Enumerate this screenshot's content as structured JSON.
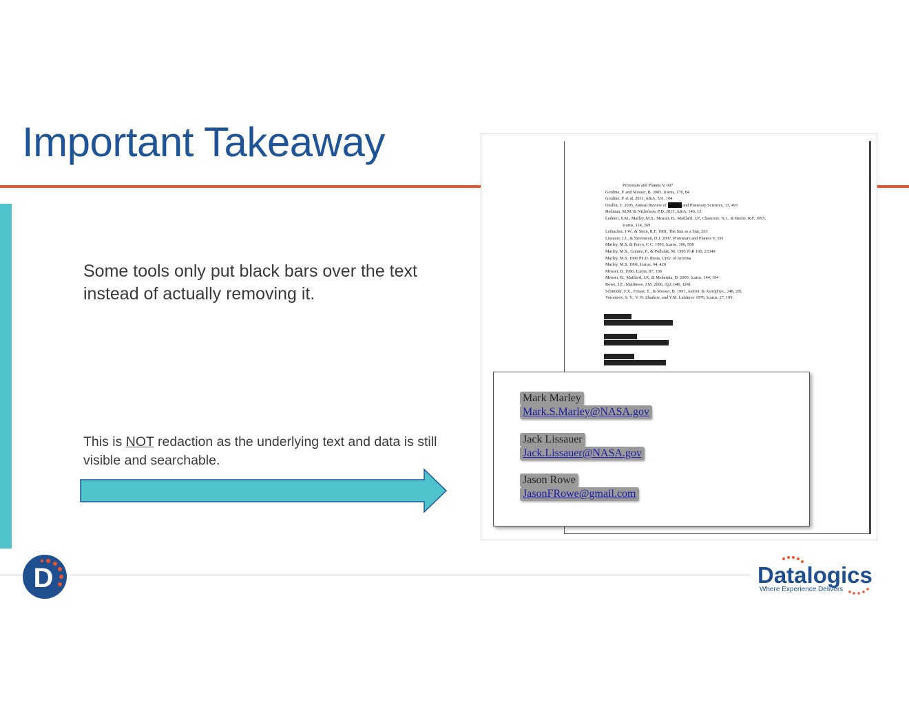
{
  "slide": {
    "title": "Important Takeaway",
    "main_text": "Some tools only put black bars over the text instead of actually removing it.",
    "note_before": "This is ",
    "note_emphasis": "NOT",
    "note_after": " redaction as the underlying text and data is still visible and searchable."
  },
  "document_preview": {
    "references": [
      {
        "text": "Protostars and Planets V, 607",
        "indent": true
      },
      {
        "text": "Goulme, P. and Mosser, B. 2005, Icarus, 178, 84"
      },
      {
        "text": "Goulme, P. et al. 2011, A&A, 531, 104"
      },
      {
        "pre": "Ouillot, T. 2005, Annual Review of ",
        "post": " and Planetary Sciences, 33, 493"
      },
      {
        "text": "Hedman, M.M. & Nicholson, P.D. 2013, A&A, 146, 12"
      },
      {
        "text": "Lederer, S.M., Marley, M.S., Mosser, B., Maillard, J.P., Chanover, N.J., & Beebe, R.F. 1995,"
      },
      {
        "text": "Icarus, 114, 269",
        "indent": true
      },
      {
        "text": "Leibacher, J.W., & Stein, R.F. 1981, The Sun as a Star, 263"
      },
      {
        "text": "Lissauer, J.J., & Stevenson, D.J. 2007, Protostars and Planets V, 591"
      },
      {
        "text": "Marley, M.S. & Porco, C.C. 1993, Icarus, 106, 508"
      },
      {
        "text": "Marley, M.S., Gomez, P., & Podolak, M. 1995 JGR 100, 23349"
      },
      {
        "text": "Marley, M.S. 1990 Ph.D. thesis, Univ. of Arizona"
      },
      {
        "text": "Marley, M.S. 1991, Icarus, 94, 420"
      },
      {
        "text": "Mosser, B. 1990, Icarus, 87, 198"
      },
      {
        "text": "Mosser, B., Maillard, J.P., & Mekarnia, D. 2000, Icarus, 144, 104"
      },
      {
        "text": "Rowe, J.F., Matthews, J.M. 2006, ApJ, 646, 1241"
      },
      {
        "text": "Schmider, F.X., Fossat, E., & Mosser, B. 1991, Astron. & Astrophys., 248, 281"
      },
      {
        "text": "Vorontsov, S. V., V. N. Zharkov, and V.M. Lubimov 1976, Icarus, 27, 109."
      }
    ],
    "contacts": [
      {
        "name": "Mark Marley",
        "email": "Mark.S.Marley@NASA.gov"
      },
      {
        "name": "Jack Lissauer",
        "email": "Jack.Lissauer@NASA.gov"
      },
      {
        "name": "Jason Rowe",
        "email": "JasonFRowe@gmail.com"
      }
    ]
  },
  "branding": {
    "company_name": "Datalogics",
    "tagline": "Where Experience Delivers",
    "logo_letter": "D"
  },
  "colors": {
    "title": "#1f5597",
    "accent_rule": "#e8542f",
    "teal": "#4fc3cb",
    "logo_blue": "#1f4f8f",
    "logo_dots": "#e8542f"
  }
}
